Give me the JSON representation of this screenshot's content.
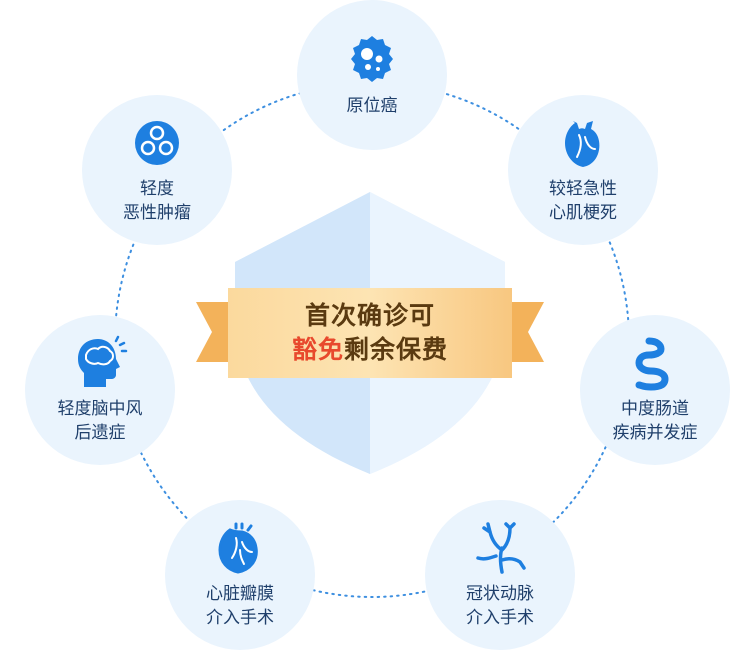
{
  "center": {
    "line1": "首次确诊可",
    "line2_highlight": "豁免",
    "line2_rest": "剩余保费"
  },
  "colors": {
    "node_bg": "#eaf4fd",
    "icon_blue": "#1e7fe0",
    "label_text": "#1f3f6b",
    "banner": "#f8c57c",
    "highlight": "#e8492d"
  },
  "nodes": [
    {
      "id": "carcinoma",
      "icon": "cell-icon",
      "lines": [
        "原位癌"
      ]
    },
    {
      "id": "mi",
      "icon": "heart-icon",
      "lines": [
        "较轻急性",
        "心肌梗死"
      ]
    },
    {
      "id": "ibd",
      "icon": "intestine-icon",
      "lines": [
        "中度肠道",
        "疾病并发症"
      ]
    },
    {
      "id": "coronary",
      "icon": "artery-icon",
      "lines": [
        "冠状动脉",
        "介入手术"
      ]
    },
    {
      "id": "valve",
      "icon": "heart-valve-icon",
      "lines": [
        "心脏瓣膜",
        "介入手术"
      ]
    },
    {
      "id": "stroke",
      "icon": "brain-head-icon",
      "lines": [
        "轻度脑中风",
        "后遗症"
      ]
    },
    {
      "id": "tumor",
      "icon": "cells-cluster-icon",
      "lines": [
        "轻度",
        "恶性肿瘤"
      ]
    }
  ]
}
